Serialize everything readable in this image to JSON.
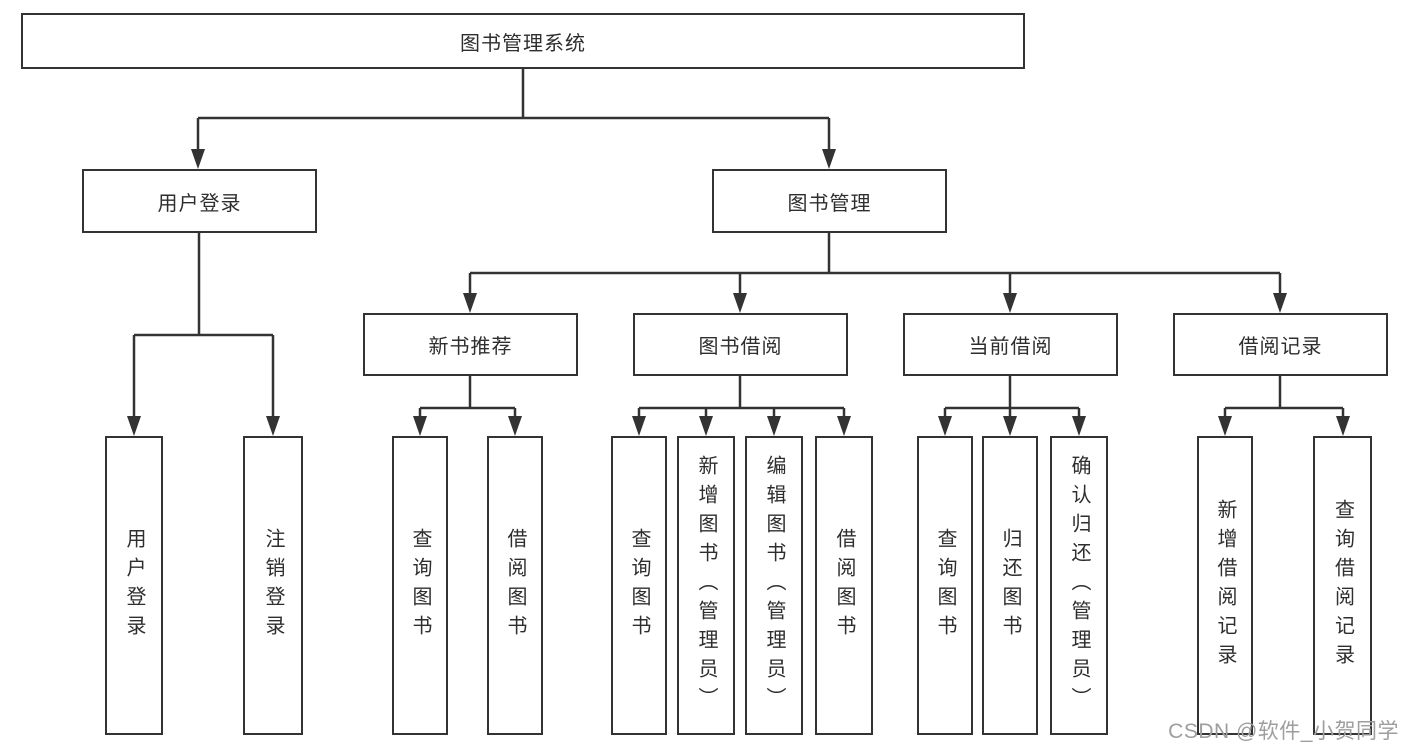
{
  "tree": {
    "root": {
      "label": "图书管理系统",
      "children": [
        {
          "label": "用户登录",
          "children": [
            {
              "label": "用户登录"
            },
            {
              "label": "注销登录"
            }
          ]
        },
        {
          "label": "图书管理",
          "children": [
            {
              "label": "新书推荐",
              "children": [
                {
                  "label": "查询图书"
                },
                {
                  "label": "借阅图书"
                }
              ]
            },
            {
              "label": "图书借阅",
              "children": [
                {
                  "label": "查询图书"
                },
                {
                  "label": "新增图书（管理员）"
                },
                {
                  "label": "编辑图书（管理员）"
                },
                {
                  "label": "借阅图书"
                }
              ]
            },
            {
              "label": "当前借阅",
              "children": [
                {
                  "label": "查询图书"
                },
                {
                  "label": "归还图书"
                },
                {
                  "label": "确认归还（管理员）"
                }
              ]
            },
            {
              "label": "借阅记录",
              "children": [
                {
                  "label": "新增借阅记录"
                },
                {
                  "label": "查询借阅记录"
                }
              ]
            }
          ]
        }
      ]
    }
  },
  "watermark": {
    "text": "CSDN @软件_小贺同学"
  },
  "colors": {
    "line": "#333333",
    "box_border": "#333333",
    "text": "#2e2e2e",
    "watermark": "#9e9e9e",
    "background": "#ffffff"
  }
}
